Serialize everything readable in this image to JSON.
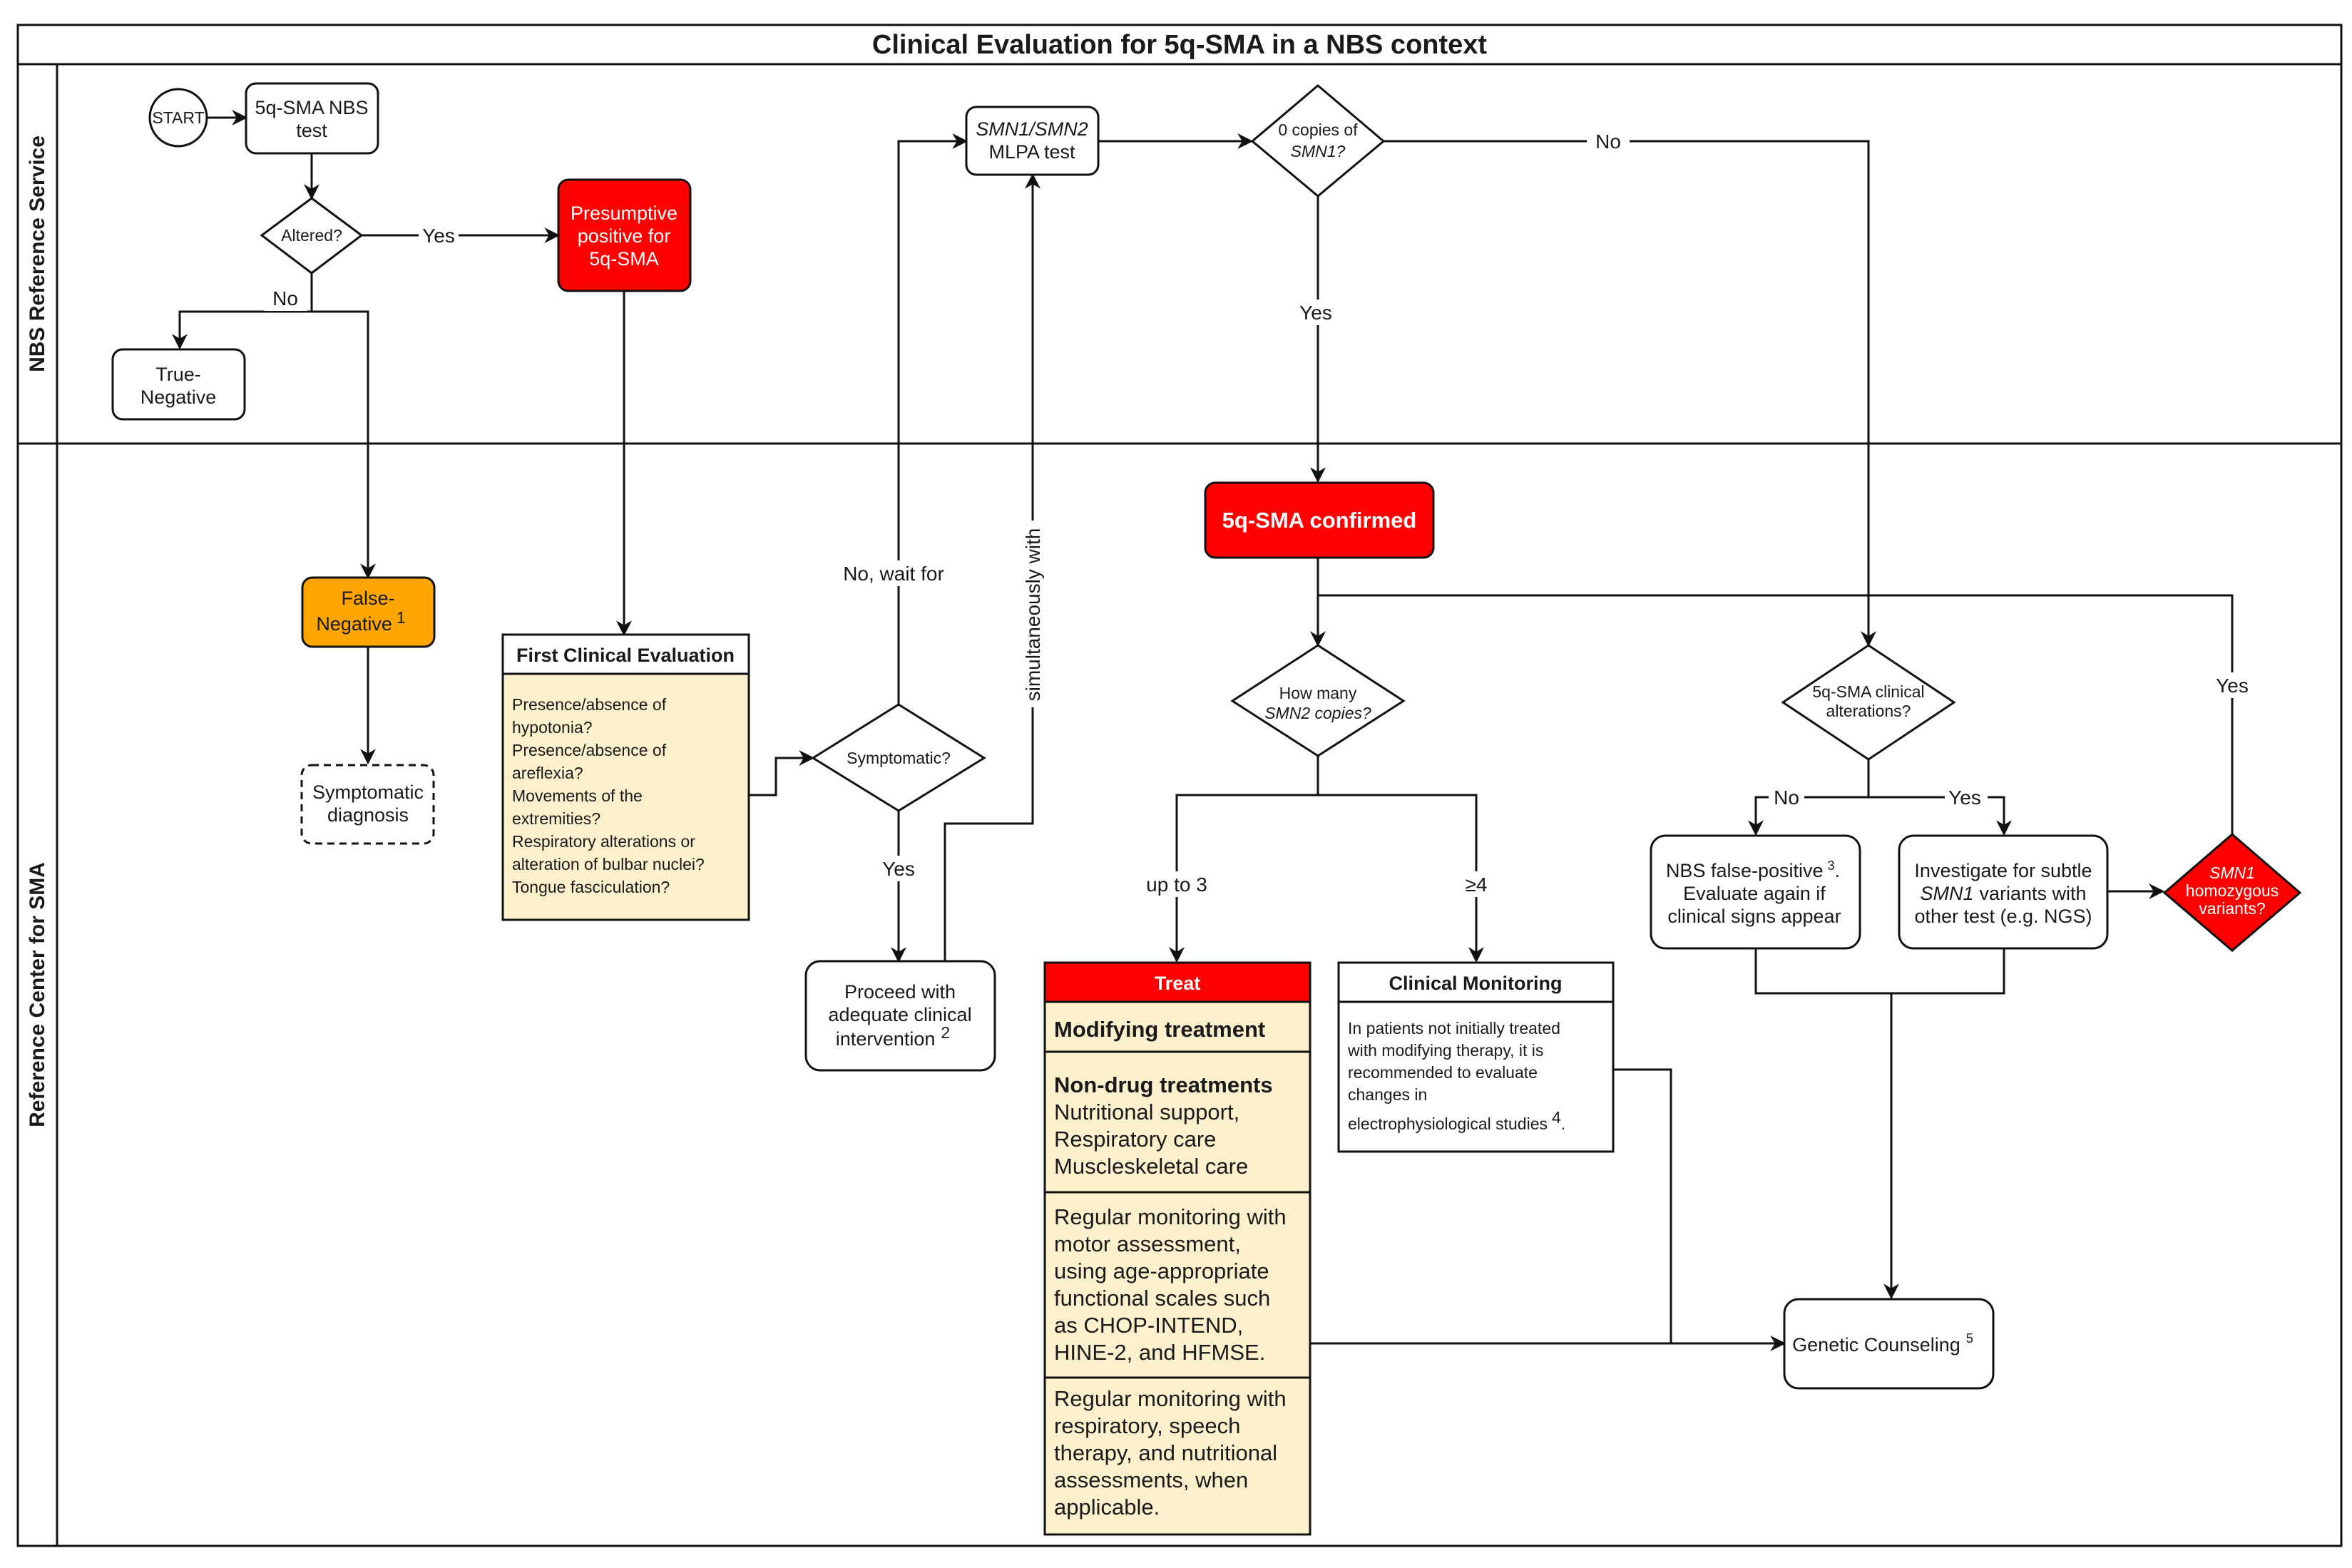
{
  "title": "Clinical Evaluation for 5q-SMA in a NBS context",
  "lanes": {
    "top": "NBS Reference Service",
    "bottom": "Reference Center for SMA"
  },
  "colors": {
    "red": "#ff0000",
    "orange": "#ffa500",
    "cream": "#fdf0cc",
    "line": "#111111"
  },
  "nodes": {
    "start": "START",
    "nbs_test": [
      "5q-SMA NBS",
      "test"
    ],
    "altered": "Altered?",
    "true_negative": [
      "True-",
      "Negative"
    ],
    "presumptive": [
      "Presumptive",
      "positive for",
      "5q-SMA"
    ],
    "false_negative": [
      "False-",
      "Negative",
      "1"
    ],
    "symptomatic_dx": [
      "Symptomatic",
      "diagnosis"
    ],
    "first_eval": {
      "title": "First Clinical Evaluation",
      "lines": [
        "Presence/absence of",
        "hypotonia?",
        "Presence/absence of",
        "areflexia?",
        "Movements of the",
        "extremities?",
        "Respiratory alterations or",
        "alteration of bulbar nuclei?",
        "Tongue fasciculation?"
      ]
    },
    "symptomatic_q": "Symptomatic?",
    "proceed": [
      "Proceed with",
      "adequate clinical",
      "intervention",
      "2"
    ],
    "mlpa": [
      "SMN1/SMN2",
      "MLPA test"
    ],
    "copies_smn1": [
      "0 copies of",
      "SMN1?"
    ],
    "confirmed": "5q-SMA confirmed",
    "how_many": [
      "How many",
      "SMN2 copies?"
    ],
    "treat": {
      "header": "Treat",
      "modifying": "Modifying treatment",
      "nondrug_title": "Non-drug treatments",
      "nondrug_lines": [
        "Nutritional support,",
        "Respiratory care",
        "Muscleskeletal care"
      ],
      "monitoring_lines": [
        "Regular monitoring with",
        "motor assessment,",
        "using age-appropriate",
        "functional scales such",
        "as CHOP-INTEND,",
        "HINE-2, and HFMSE."
      ],
      "resp_lines": [
        "Regular monitoring with",
        "respiratory, speech",
        "therapy, and nutritional",
        "assessments, when",
        "applicable."
      ]
    },
    "clinical_monitoring": {
      "title": "Clinical Monitoring",
      "lines": [
        "In patients not initially treated",
        "with modifying therapy, it is",
        "recommended to evaluate",
        "changes in",
        "electrophysiological studies",
        "4"
      ]
    },
    "clin_alter": [
      "5q-SMA clinical",
      "alterations?"
    ],
    "nbs_fp": [
      "NBS false-positive",
      "3",
      ".",
      "Evaluate again if",
      "clinical signs appear"
    ],
    "investigate": [
      "Investigate for subtle",
      "SMN1",
      "variants with",
      "other test (e.g. NGS)"
    ],
    "homozygous": [
      "SMN1",
      "homozygous",
      "variants?"
    ],
    "genetic": [
      "Genetic Counseling",
      "5"
    ]
  },
  "edge_labels": {
    "yes1": "Yes",
    "no1": "No",
    "no_wait": "No, wait for",
    "simultaneously": "simultaneously with",
    "yes_symp": "Yes",
    "no_copies": "No",
    "yes_copies": "Yes",
    "up_to_3": "up to 3",
    "ge4": "≥4",
    "no_alter": "No",
    "yes_alter": "Yes",
    "yes_homo": "Yes"
  }
}
